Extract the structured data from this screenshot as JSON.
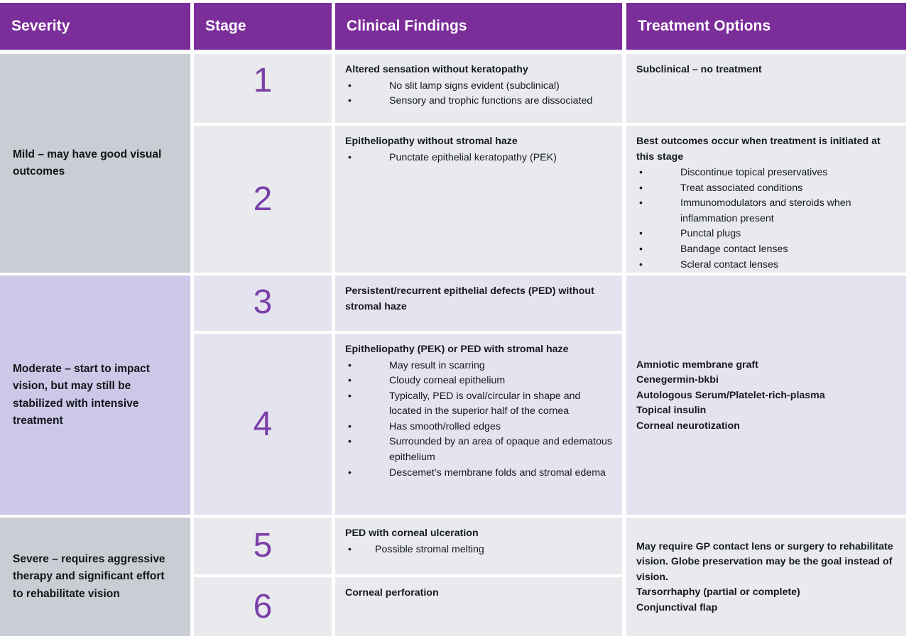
{
  "colors": {
    "header_purple": "#7B2D99",
    "stage_number_purple": "#7B3FA8",
    "severity_gray": "#C9CDD4",
    "severity_lavender": "#CCC8E8",
    "cell_gray": "#E8EAED",
    "cell_lavender": "#E4E3EF",
    "page_background": "#FFFFFF"
  },
  "header": {
    "severity": "Severity",
    "stage": "Stage",
    "clinical_findings": "Clinical Findings",
    "treatment_options": "Treatment Options"
  },
  "groups": [
    {
      "severity": "Mild – may have good visual outcomes",
      "tone": "gray",
      "rows": [
        {
          "stage": "1",
          "findings_lead": "Altered sensation without keratopathy",
          "findings_bullets": [
            "No slit lamp signs evident (subclinical)",
            "Sensory and trophic functions are dissociated"
          ],
          "treatment_lead": "Subclinical – no treatment",
          "treatment_bullets": []
        },
        {
          "stage": "2",
          "findings_lead": "Epitheliopathy without stromal haze",
          "findings_bullets": [
            "Punctate epithelial keratopathy (PEK)"
          ],
          "treatment_lead": "Best outcomes occur when treatment is initiated at this stage",
          "treatment_bullets": [
            "Discontinue topical preservatives",
            "Treat associated conditions",
            "Immunomodulators and steroids when inflammation present",
            "Punctal plugs",
            "Bandage contact lenses",
            "Scleral contact lenses"
          ]
        }
      ]
    },
    {
      "severity": "Moderate – start to impact vision, but may still be stabilized with intensive treatment",
      "tone": "lavender",
      "rows": [
        {
          "stage": "3",
          "findings_lead": "Persistent/recurrent epithelial defects (PED) without stromal haze",
          "findings_bullets": []
        },
        {
          "stage": "4",
          "findings_lead": "Epitheliopathy (PEK) or PED with stromal haze",
          "findings_bullets": [
            "May result in scarring",
            "Cloudy corneal epithelium",
            "Typically, PED is oval/circular in shape and located in the superior half of the cornea",
            "Has smooth/rolled edges",
            "Surrounded by an area of opaque and edematous epithelium",
            "Descemet’s membrane folds and stromal edema"
          ]
        }
      ],
      "treatment_lines": [
        "Amniotic membrane graft",
        "Cenegermin-bkbi",
        "Autologous Serum/Platelet-rich-plasma",
        "Topical insulin",
        "Corneal neurotization"
      ]
    },
    {
      "severity": "Severe – requires aggressive therapy and significant effort to rehabilitate vision",
      "tone": "gray",
      "rows": [
        {
          "stage": "5",
          "findings_lead": "PED with corneal ulceration",
          "findings_bullets": [
            "Possible stromal melting"
          ]
        },
        {
          "stage": "6",
          "findings_lead": "Corneal perforation",
          "findings_bullets": []
        }
      ],
      "treatment_lines": [
        "May require GP contact lens or surgery to rehabilitate vision. Globe preservation may be the goal instead of vision.",
        "Tarsorrhaphy (partial or complete)",
        "Conjunctival flap"
      ]
    }
  ]
}
